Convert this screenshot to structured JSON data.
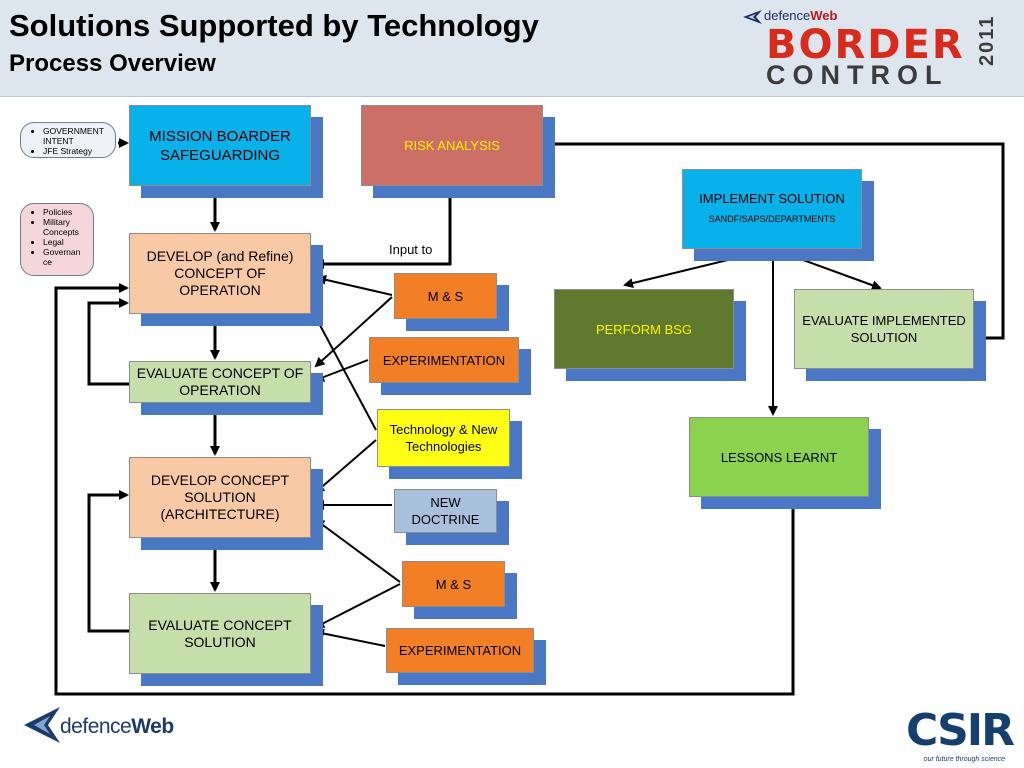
{
  "header": {
    "title": "Solutions Supported by Technology",
    "subtitle": "Process Overview",
    "brand_small": "defence",
    "brand_small_bold": "Web",
    "brand_word1": "BORDER",
    "brand_word2": "CONTROL",
    "brand_year": "2011"
  },
  "inputs": {
    "gov_items": [
      "GOVERNMENT INTENT",
      "JFE Strategy"
    ],
    "policy_items": [
      "Policies",
      "Military Concepts",
      "Legal",
      "Governan ce"
    ]
  },
  "boxes": {
    "mission": "MISSION BOARDER SAFEGUARDING",
    "risk": "RISK ANALYSIS",
    "develop_conops": "DEVELOP (and Refine) CONCEPT OF OPERATION",
    "evaluate_conops": "EVALUATE CONCEPT OF OPERATION",
    "develop_solution": "DEVELOP CONCEPT SOLUTION (ARCHITECTURE)",
    "evaluate_solution": "EVALUATE CONCEPT SOLUTION",
    "ms_1": "M & S",
    "experimentation_1": "EXPERIMENTATION",
    "technology": "Technology & New Technologies",
    "new_doctrine": "NEW DOCTRINE",
    "ms_2": "M & S",
    "experimentation_2": "EXPERIMENTATION",
    "implement": "IMPLEMENT SOLUTION",
    "implement_sub": "SANDF/SAPS/DEPARTMENTS",
    "perform": "PERFORM BSG",
    "evaluate_implemented": "EVALUATE IMPLEMENTED SOLUTION",
    "lessons": "LESSONS LEARNT"
  },
  "labels": {
    "input_to": "Input to"
  },
  "footer": {
    "logo_light": "defence",
    "logo_bold": "Web",
    "csir": "CSIR",
    "csir_tagline": "our future through science"
  },
  "colors": {
    "header_bg": "#dde6ee",
    "shadow": "#4a78c4",
    "cyan": "#08b1ea",
    "peach": "#f9c9a6",
    "green": "#c6deaa",
    "orange": "#f27f26",
    "yellow": "#ffff16",
    "light_blue": "#a9c0dc",
    "risk_red": "#cc6f67",
    "olive": "#5f7a2e",
    "lime": "#8bd24e",
    "highlight_text": "#fff200"
  }
}
